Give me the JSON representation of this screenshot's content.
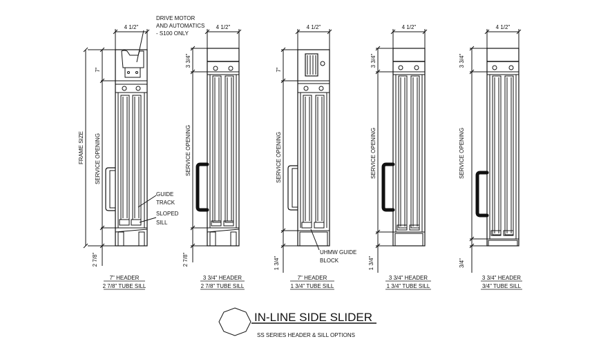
{
  "title": "IN-LINE SIDE SLIDER",
  "subtitle": "SS SERIES HEADER & SILL OPTIONS",
  "width_dim": "4 1/2\"",
  "labels": {
    "drive_motor": [
      "DRIVE MOTOR",
      "AND AUTOMATICS",
      "- S100 ONLY"
    ],
    "frame_size": "FRAME SIZE",
    "service_opening": "SERVICE OPENING",
    "guide_track": [
      "GUIDE",
      "TRACK"
    ],
    "sloped_sill": [
      "SLOPED",
      "SILL"
    ],
    "uhmw": [
      "UHMW GUIDE",
      "BLOCK"
    ]
  },
  "sections": [
    {
      "header_dim": "7\"",
      "sill_dim": "2 7/8\"",
      "caption": [
        "7\" HEADER",
        "2 7/8\" TUBE SILL"
      ]
    },
    {
      "header_dim": "3 3/4\"",
      "sill_dim": "2 7/8\"",
      "caption": [
        "3 3/4\" HEADER",
        "2 7/8\" TUBE SILL"
      ]
    },
    {
      "header_dim": "7\"",
      "sill_dim": "1 3/4\"",
      "caption": [
        "7\" HEADER",
        "1 3/4\" TUBE SILL"
      ]
    },
    {
      "header_dim": "3 3/4\"",
      "sill_dim": "1 3/4\"",
      "caption": [
        "3 3/4\" HEADER",
        "1 3/4\" TUBE SILL"
      ]
    },
    {
      "header_dim": "3 3/4\"",
      "sill_dim": "3/4\"",
      "caption": [
        "3 3/4\" HEADER",
        "3/4\" TUBE SILL"
      ]
    }
  ]
}
